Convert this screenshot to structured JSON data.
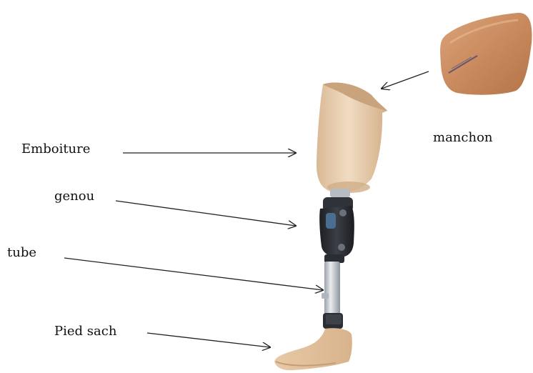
{
  "labels": {
    "emboiture": "Emboiture",
    "genou": "genou",
    "tube": "tube",
    "pied": "Pied sach",
    "manchon": "manchon"
  },
  "colors": {
    "skin": "#e6c9a8",
    "skin_shadow": "#d4b08a",
    "liner": "#c98a5e",
    "knee": "#2a2d33",
    "knee_accent": "#4a6e92",
    "tube": "#c7ccd2",
    "arrow": "#222222"
  },
  "icons": {
    "liner_marking": "manchon-print"
  }
}
